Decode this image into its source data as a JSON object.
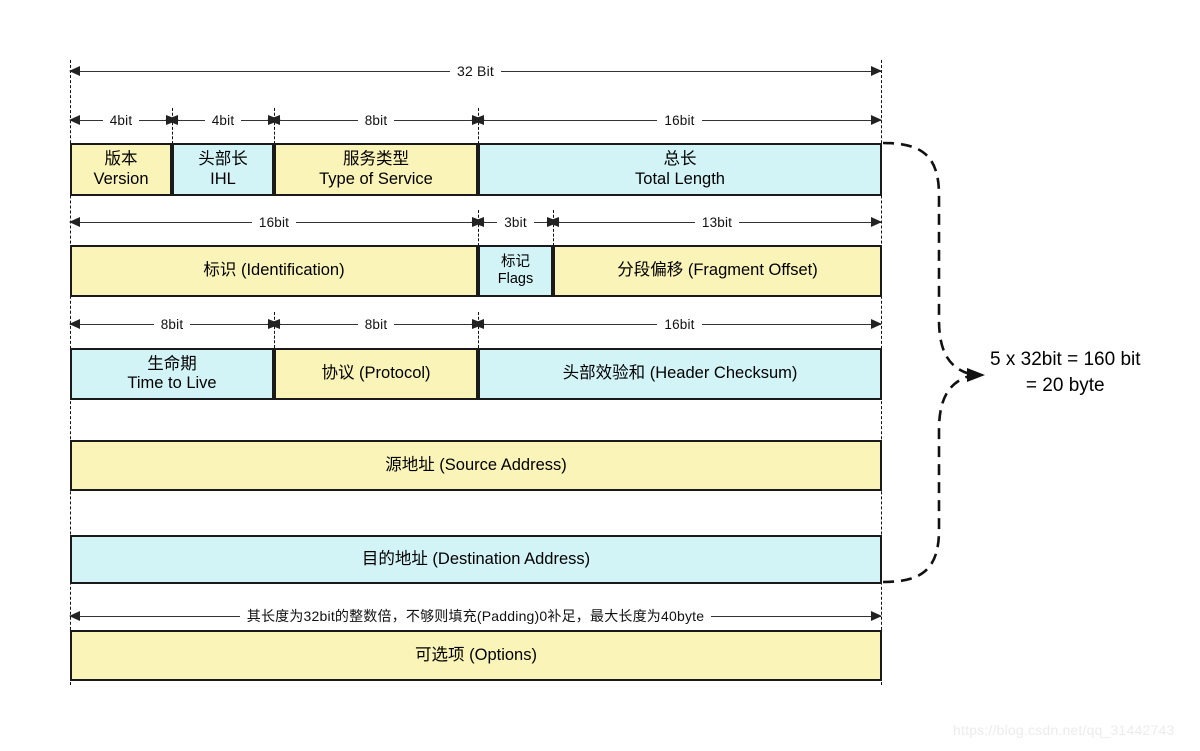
{
  "diagram": {
    "title_label": "32 Bit",
    "padding_note": "其长度为32bit的整数倍，不够则填充(Padding)0补足，最大长度为40byte",
    "brace_line1": "5 x 32bit = 160 bit",
    "brace_line2": "= 20 byte",
    "watermark": "https://blog.csdn.net/qq_31442743",
    "colors": {
      "yellow": "#fbf4b8",
      "blue": "#d3f4f7",
      "border": "#1a1a1a",
      "line": "#333333"
    }
  },
  "rows": [
    {
      "name": "row-1",
      "dims": [
        {
          "label": "4bit"
        },
        {
          "label": "4bit"
        },
        {
          "label": "8bit"
        },
        {
          "label": "16bit"
        }
      ],
      "fields": [
        {
          "cn": "版本",
          "en": "Version",
          "color": "yellow"
        },
        {
          "cn": "头部长",
          "en": "IHL",
          "color": "blue"
        },
        {
          "cn": "服务类型",
          "en": "Type of Service",
          "color": "yellow"
        },
        {
          "cn": "总长",
          "en": "Total Length",
          "color": "blue"
        }
      ]
    },
    {
      "name": "row-2",
      "dims": [
        {
          "label": "16bit"
        },
        {
          "label": "3bit"
        },
        {
          "label": "13bit"
        }
      ],
      "fields": [
        {
          "cn": "标识 (Identification)",
          "en": "",
          "color": "yellow"
        },
        {
          "cn": "标记",
          "en": "Flags",
          "color": "blue"
        },
        {
          "cn": "分段偏移 (Fragment Offset)",
          "en": "",
          "color": "yellow"
        }
      ]
    },
    {
      "name": "row-3",
      "dims": [
        {
          "label": "8bit"
        },
        {
          "label": "8bit"
        },
        {
          "label": "16bit"
        }
      ],
      "fields": [
        {
          "cn": "生命期",
          "en": "Time to Live",
          "color": "blue"
        },
        {
          "cn": "协议 (Protocol)",
          "en": "",
          "color": "yellow"
        },
        {
          "cn": "头部效验和 (Header Checksum)",
          "en": "",
          "color": "blue"
        }
      ]
    },
    {
      "name": "row-4",
      "dims": [],
      "fields": [
        {
          "cn": "源地址 (Source Address)",
          "en": "",
          "color": "yellow"
        }
      ]
    },
    {
      "name": "row-5",
      "dims": [],
      "fields": [
        {
          "cn": "目的地址 (Destination Address)",
          "en": "",
          "color": "blue"
        }
      ]
    },
    {
      "name": "row-6",
      "dims": [],
      "fields": [
        {
          "cn": "可选项 (Options)",
          "en": "",
          "color": "yellow"
        }
      ]
    }
  ]
}
